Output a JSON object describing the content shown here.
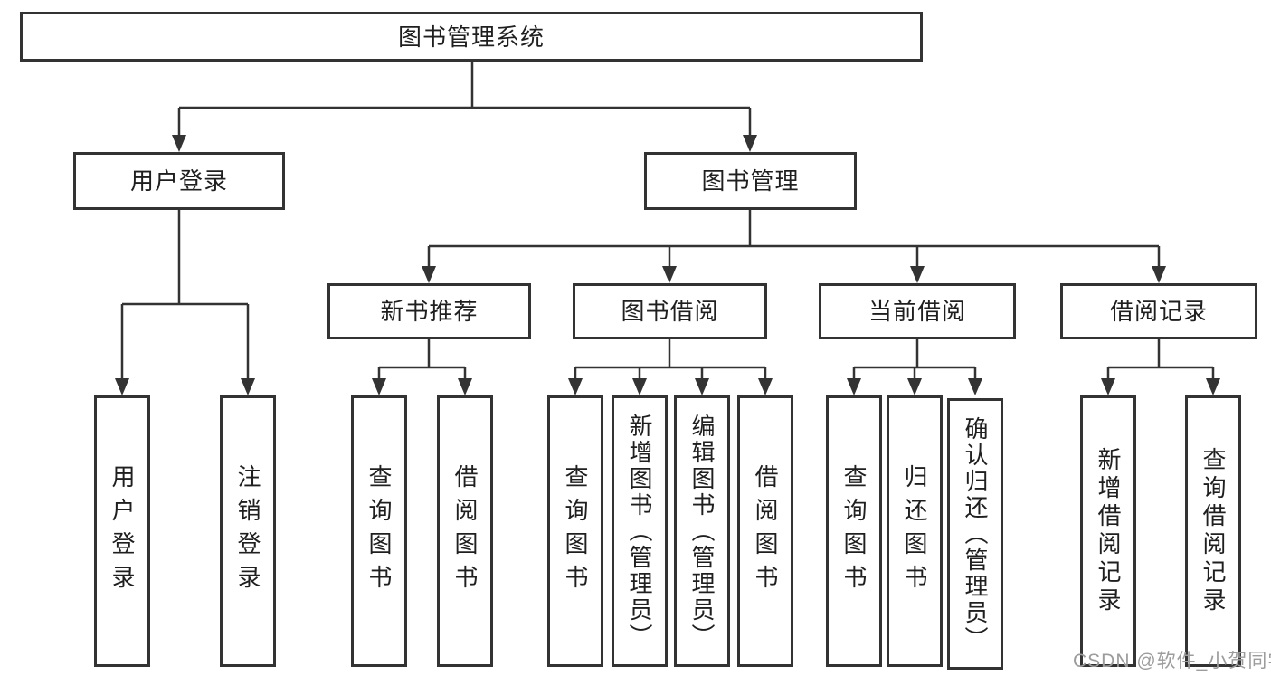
{
  "tree": {
    "label": "图书管理系统",
    "children": [
      {
        "label": "用户登录",
        "children": [
          {
            "label": "用户登录"
          },
          {
            "label": "注销登录"
          }
        ]
      },
      {
        "label": "图书管理",
        "children": [
          {
            "label": "新书推荐",
            "children": [
              {
                "label": "查询图书"
              },
              {
                "label": "借阅图书"
              }
            ]
          },
          {
            "label": "图书借阅",
            "children": [
              {
                "label": "查询图书"
              },
              {
                "label": "新增图书（管理员）"
              },
              {
                "label": "编辑图书（管理员）"
              },
              {
                "label": "借阅图书"
              }
            ]
          },
          {
            "label": "当前借阅",
            "children": [
              {
                "label": "查询图书"
              },
              {
                "label": "归还图书"
              },
              {
                "label": "确认归还（管理员）"
              }
            ]
          },
          {
            "label": "借阅记录",
            "children": [
              {
                "label": "新增借阅记录"
              },
              {
                "label": "查询借阅记录"
              }
            ]
          }
        ]
      }
    ]
  },
  "watermark": {
    "text": "CSDN @软件_小贺同学"
  },
  "colors": {
    "line": "#333333",
    "box_border": "#333333",
    "text": "#1f1f1f",
    "watermark": "#9c9c9c",
    "background": "#ffffff"
  }
}
